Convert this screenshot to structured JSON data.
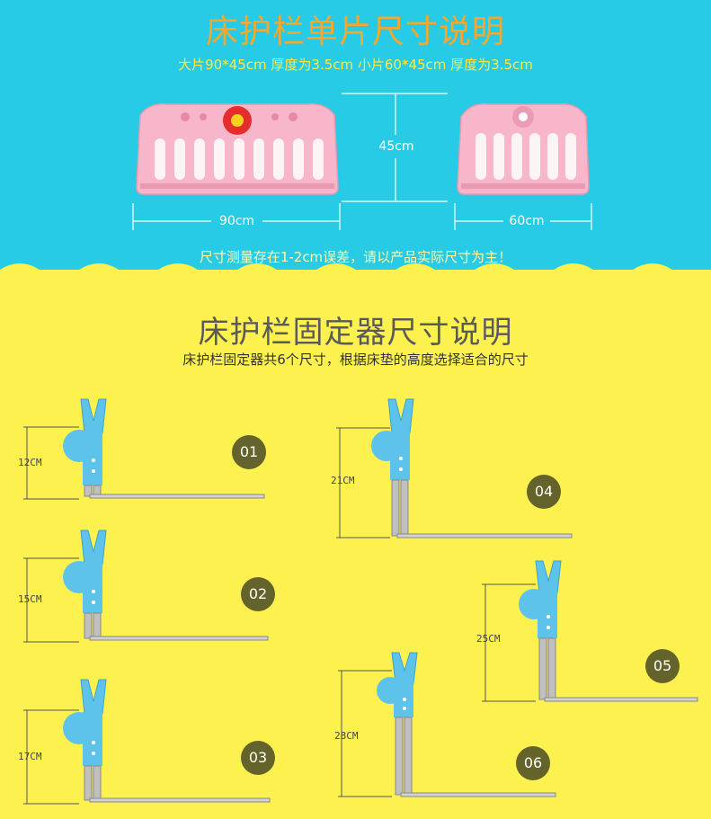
{
  "top_section": {
    "title": "床护栏单片尺寸说明",
    "subtitle": "大片90*45cm 厚度为3.5cm  小片60*45cm 厚度为3.5cm",
    "dim_large_width": "90cm",
    "dim_height": "45cm",
    "dim_small_width": "60cm",
    "note": "尺寸测量存在1-2cm误差，请以产品实际尺寸为主！"
  },
  "bottom_section": {
    "title": "床护栏固定器尺寸说明",
    "subtitle": "床护栏固定器共6个尺寸，根据床垫的高度选择适合的尺寸",
    "fixtures": [
      {
        "number": "01",
        "size": "12CM"
      },
      {
        "number": "02",
        "size": "15CM"
      },
      {
        "number": "03",
        "size": "17CM"
      },
      {
        "number": "04",
        "size": "21CM"
      },
      {
        "number": "05",
        "size": "25CM"
      },
      {
        "number": "06",
        "size": "28CM"
      }
    ]
  },
  "colors": {
    "cyan_bg": "#27cbe6",
    "yellow_bg": "#fdf14f",
    "title_orange": "#f7a72a",
    "rail_pink": "#f7b6c9",
    "clip_blue": "#5ec3ea",
    "badge_olive": "#63632b"
  }
}
